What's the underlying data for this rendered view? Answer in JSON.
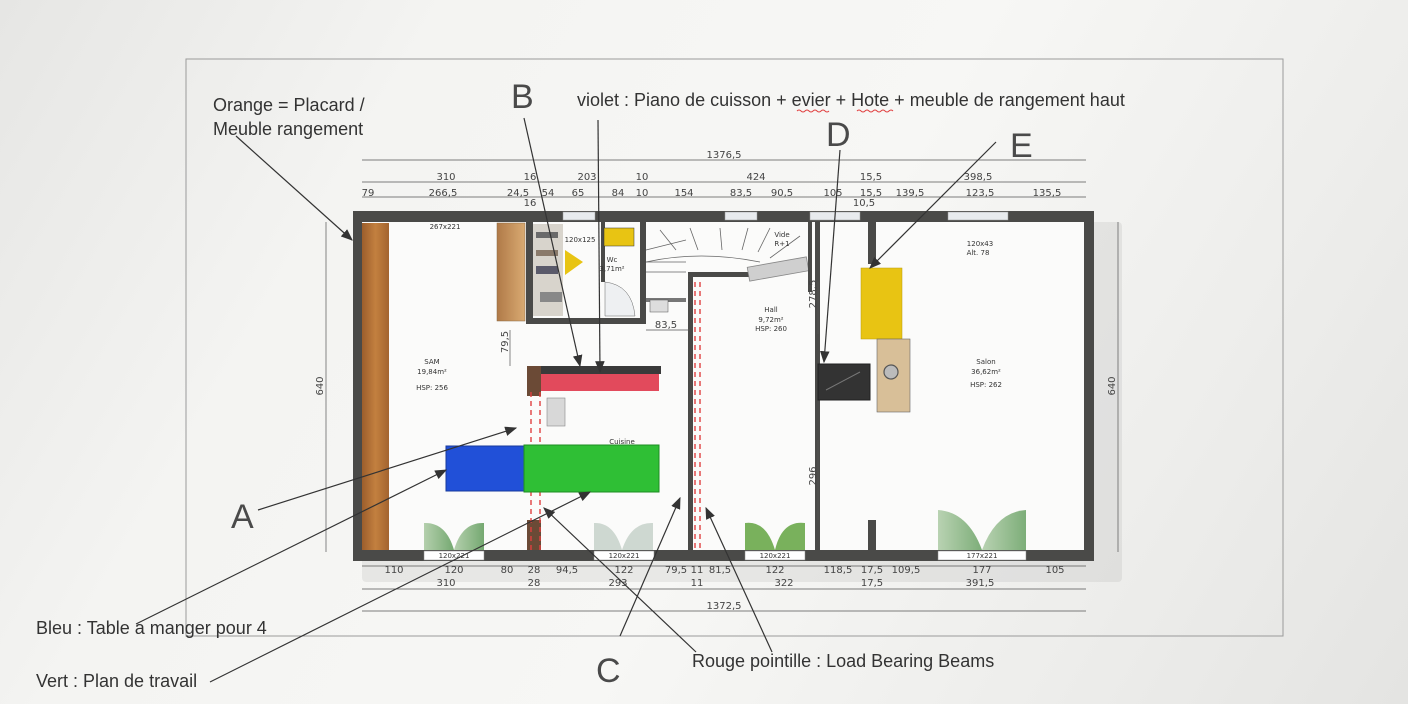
{
  "annotations": {
    "orange_line1": "Orange = Placard /",
    "orange_line2": "Meuble rangement",
    "violet": "violet : Piano de cuisson + evier + Hote + meuble de rangement haut",
    "bleu": "Bleu : Table a manger pour 4",
    "vert": "Vert : Plan de travail",
    "rouge": "Rouge pointille : Load Bearing Beams"
  },
  "markers": {
    "a": "A",
    "b": "B",
    "c": "C",
    "d": "D",
    "e": "E"
  },
  "top_dimensions": {
    "total": "1376,5",
    "row1": [
      "310",
      "16",
      "203",
      "10",
      "424",
      "15,5",
      "398,5"
    ],
    "row2": [
      "79",
      "266,5",
      "24,5",
      "54",
      "65",
      "84",
      "10",
      "154",
      "83,5",
      "90,5",
      "105",
      "15,5",
      "139,5",
      "123,5",
      "135,5"
    ],
    "extra_16": "16",
    "extra_105": "10,5"
  },
  "bottom_dimensions": {
    "row1": [
      "110",
      "120",
      "80",
      "28",
      "94,5",
      "122",
      "79,5",
      "11",
      "81,5",
      "122",
      "118,5",
      "17,5",
      "109,5",
      "177",
      "105"
    ],
    "row2": [
      "310",
      "28",
      "293",
      "11",
      "322",
      "17,5",
      "391,5"
    ],
    "total": "1372,5"
  },
  "side_dimensions": {
    "left": "640",
    "right": "640",
    "v_79_5": "79,5",
    "v_278_5": "278,5",
    "v_296": "296",
    "h_83_5": "83,5"
  },
  "rooms": {
    "sam": {
      "name": "SAM",
      "area": "19,84m²",
      "hsp": "HSP: 256"
    },
    "wc": {
      "name": "Wc",
      "area": "3,71m²"
    },
    "hall": {
      "name": "Hall",
      "area": "9,72m²",
      "hsp": "HSP: 260"
    },
    "salon": {
      "name": "Salon",
      "area": "36,62m²",
      "hsp": "HSP: 262"
    },
    "top_left_label": "267x221",
    "wc_label": "120x125",
    "vide_label": "Vide\nR+1",
    "window_label": "120x43",
    "alt_label": "Alt. 78",
    "cuisine_label": "Cuisine"
  },
  "door_labels": [
    "120x221",
    "120x221",
    "120x221",
    "177x221"
  ],
  "colors": {
    "orange_cabinet": "#b8753a",
    "violet_kitchen": "#e24a5c",
    "blue_table": "#2150d8",
    "green_worktop": "#2fbf35",
    "yellow": "#e8c413",
    "red_dashed": "#e04040",
    "wall": "#4a4a48"
  }
}
